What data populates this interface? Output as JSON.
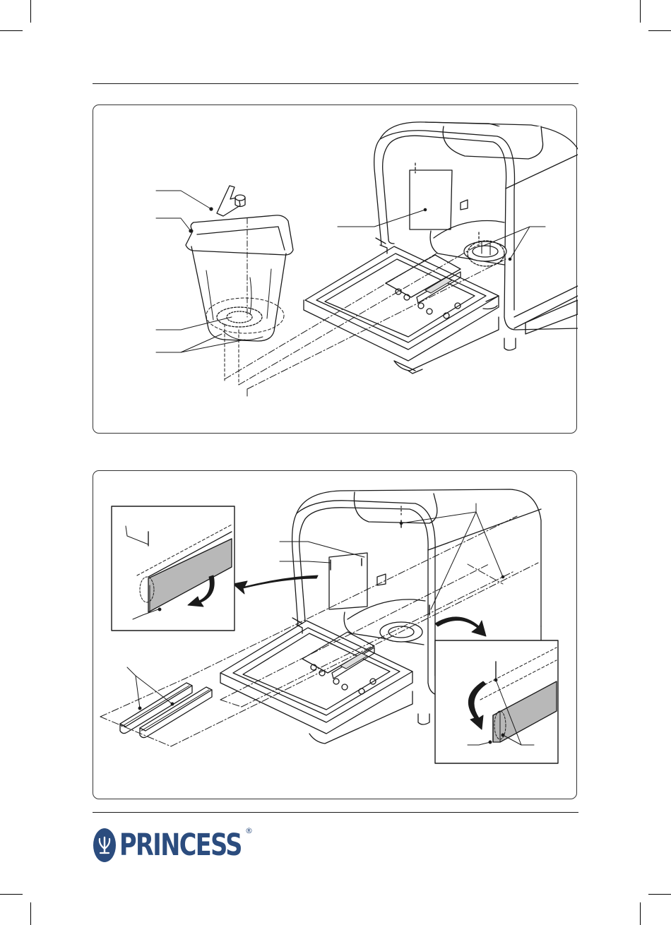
{
  "brand": {
    "name": "PRINCESS",
    "registered_mark": "®",
    "color": "#2b4c7e"
  },
  "page": {
    "line_color": "#1a1a1a",
    "panel_border_color": "#333333",
    "shade_color": "#b8b8b8"
  },
  "figures": [
    {
      "id": "figure-bread-pan-and-kneading-blade",
      "parts": [
        "kneading-blade",
        "bread-pan",
        "drive-shaft",
        "pan-lugs",
        "baking-chamber",
        "drive-coupling"
      ]
    },
    {
      "id": "figure-crumb-tray-installation",
      "parts": [
        "crumb-tray-guides",
        "guide-slots",
        "guide-hook",
        "rail-channels"
      ]
    }
  ]
}
